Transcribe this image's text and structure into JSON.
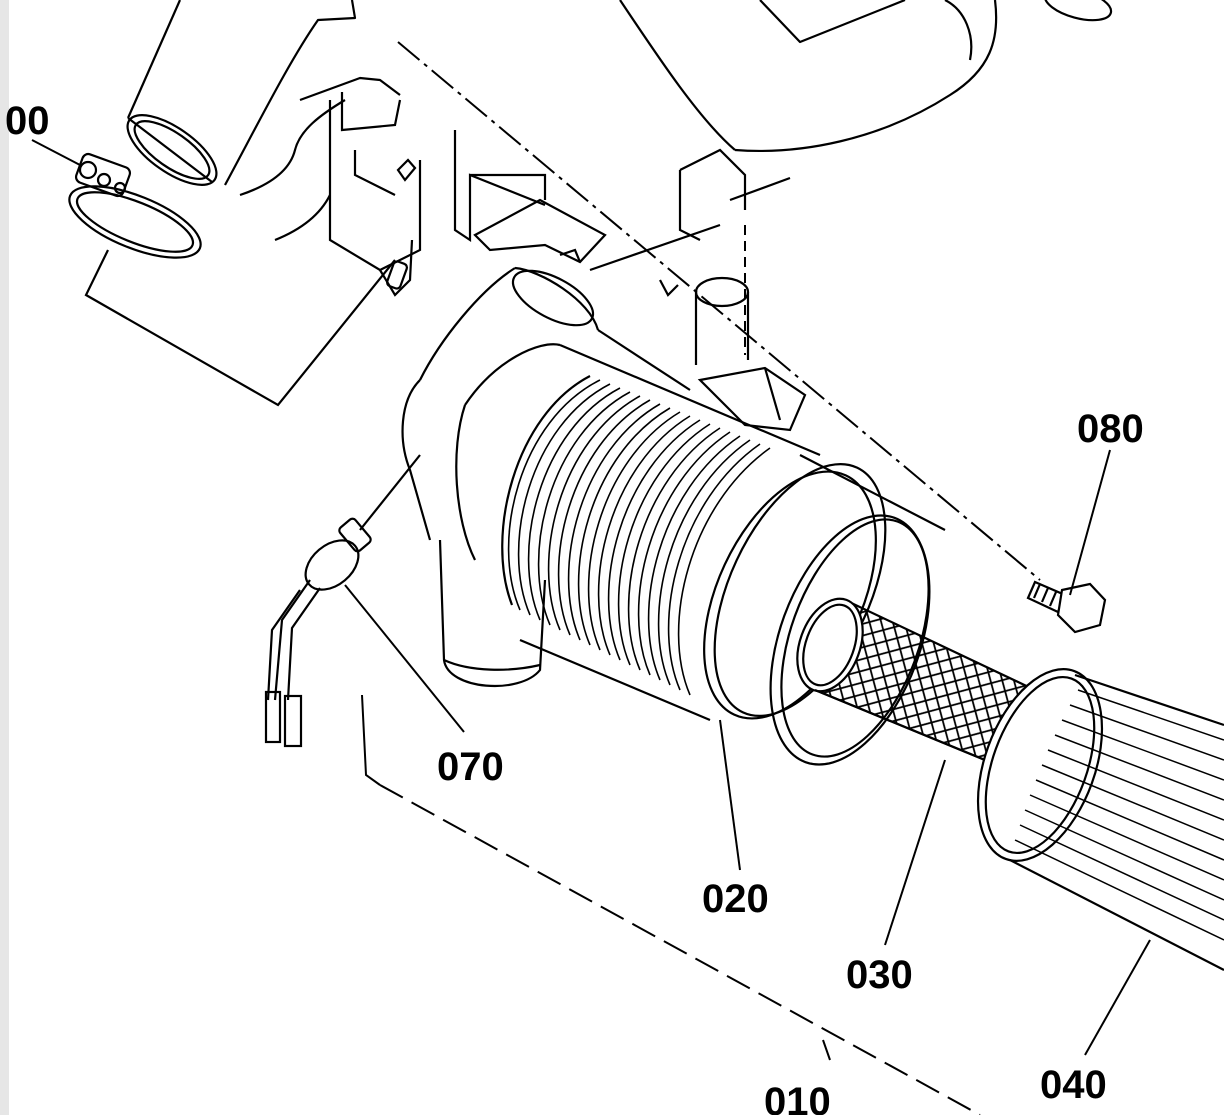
{
  "diagram": {
    "type": "exploded-parts-view",
    "labels": {
      "p100": "00",
      "p010": "010",
      "p020": "020",
      "p030": "030",
      "p040": "040",
      "p070": "070",
      "p080": "080"
    },
    "colors": {
      "line": "#000000",
      "background": "#ffffff",
      "strip": "#e6e6e6"
    }
  }
}
